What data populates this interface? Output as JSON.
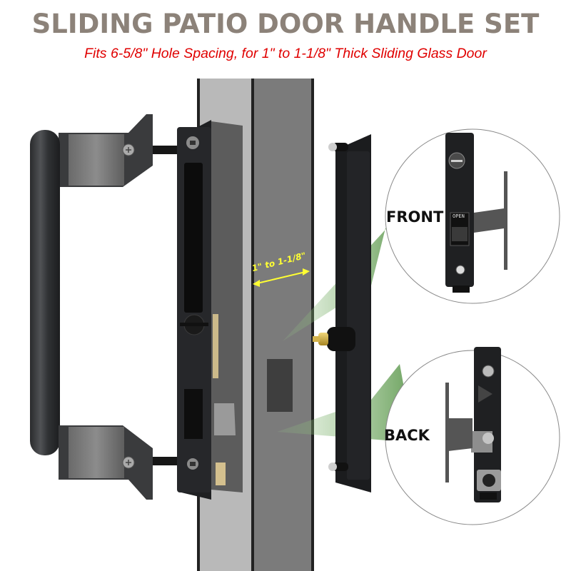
{
  "header": {
    "title": "SLIDING PATIO DOOR HANDLE SET",
    "subtitle": "Fits 6-5/8\" Hole Spacing, for 1\" to 1-1/8\" Thick Sliding Glass Door"
  },
  "annotations": {
    "thickness_label": "1\" to 1-1/8\"",
    "front_label": "FRONT",
    "back_label": "BACK",
    "lock_indicator_label": "OPEN"
  },
  "colors": {
    "title": "#8c8279",
    "subtitle": "#e00000",
    "thickness_label": "#ffff33",
    "callout_beam": "#5a9a4a",
    "door_frame": "#7a7a7a",
    "hardware": "#1e1f21"
  }
}
